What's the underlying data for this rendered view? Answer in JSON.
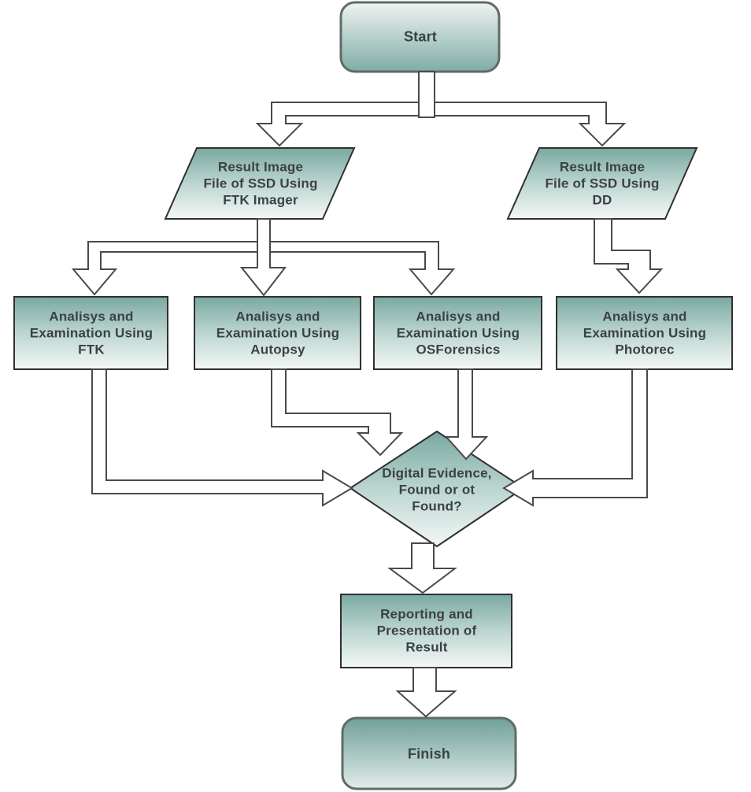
{
  "diagram": {
    "type": "flowchart",
    "background": "#ffffff",
    "colors": {
      "node_gradient_top": "#79a9a1",
      "node_gradient_bottom": "#f3f8f6",
      "terminal_gradient_teal": "#7fada5",
      "node_border": "#303030",
      "terminal_border": "#5f6b69",
      "connector_outline": "#4a4a4a",
      "connector_fill": "#ffffff",
      "text": "#3b4144"
    },
    "nodes": {
      "start": {
        "shape": "rounded-rectangle",
        "label": "Start"
      },
      "result_ftk": {
        "shape": "parallelogram",
        "lines": [
          "Result Image",
          "File of SSD Using",
          "FTK Imager"
        ]
      },
      "result_dd": {
        "shape": "parallelogram",
        "lines": [
          "Result Image",
          "File of SSD Using",
          "DD"
        ]
      },
      "exam_ftk": {
        "shape": "rectangle",
        "lines": [
          "Analisys and",
          "Examination Using",
          "FTK"
        ]
      },
      "exam_autopsy": {
        "shape": "rectangle",
        "lines": [
          "Analisys and",
          "Examination Using",
          "Autopsy"
        ]
      },
      "exam_osforensics": {
        "shape": "rectangle",
        "lines": [
          "Analisys and",
          "Examination Using",
          "OSForensics"
        ]
      },
      "exam_photorec": {
        "shape": "rectangle",
        "lines": [
          "Analisys and",
          "Examination Using",
          "Photorec"
        ]
      },
      "decision": {
        "shape": "diamond",
        "lines": [
          "Digital Evidence,",
          "Found or ot",
          "Found?"
        ]
      },
      "reporting": {
        "shape": "rectangle",
        "lines": [
          "Reporting and",
          "Presentation of",
          "Result"
        ]
      },
      "finish": {
        "shape": "rounded-rectangle",
        "label": "Finish"
      }
    },
    "edges": [
      {
        "from": "start",
        "to": "result_ftk"
      },
      {
        "from": "start",
        "to": "result_dd"
      },
      {
        "from": "result_ftk",
        "to": "exam_ftk"
      },
      {
        "from": "result_ftk",
        "to": "exam_autopsy"
      },
      {
        "from": "result_ftk",
        "to": "exam_osforensics"
      },
      {
        "from": "result_dd",
        "to": "exam_photorec"
      },
      {
        "from": "exam_ftk",
        "to": "decision"
      },
      {
        "from": "exam_autopsy",
        "to": "decision"
      },
      {
        "from": "exam_osforensics",
        "to": "decision"
      },
      {
        "from": "exam_photorec",
        "to": "decision"
      },
      {
        "from": "decision",
        "to": "reporting"
      },
      {
        "from": "reporting",
        "to": "finish"
      }
    ]
  }
}
